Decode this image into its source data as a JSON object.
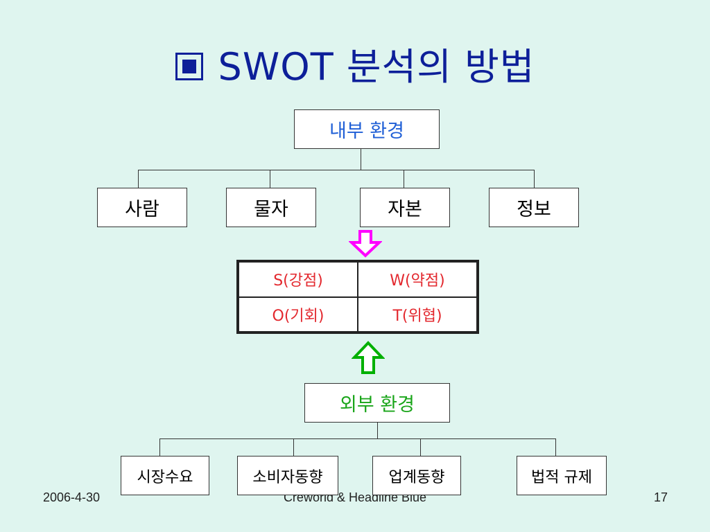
{
  "title": "SWOT 분석의 방법",
  "internal": {
    "label": "내부 환경",
    "items": [
      "사람",
      "물자",
      "자본",
      "정보"
    ]
  },
  "swot": {
    "s": "S(강점)",
    "w": "W(약점)",
    "o": "O(기회)",
    "t": "T(위협)"
  },
  "external": {
    "label": "외부 환경",
    "items": [
      "시장수요",
      "소비자동향",
      "업계동향",
      "법적 규제"
    ]
  },
  "footer": {
    "date": "2006-4-30",
    "credit": "Creworld & Headline Blue",
    "page": "17"
  },
  "colors": {
    "title": "#0d1f99",
    "internal_label": "#1f5fd6",
    "external_label": "#1aa51a",
    "swot_text": "#e3282e",
    "arrow_down": "#ff00ff",
    "arrow_up": "#00b000",
    "background": "#dff5ef"
  }
}
